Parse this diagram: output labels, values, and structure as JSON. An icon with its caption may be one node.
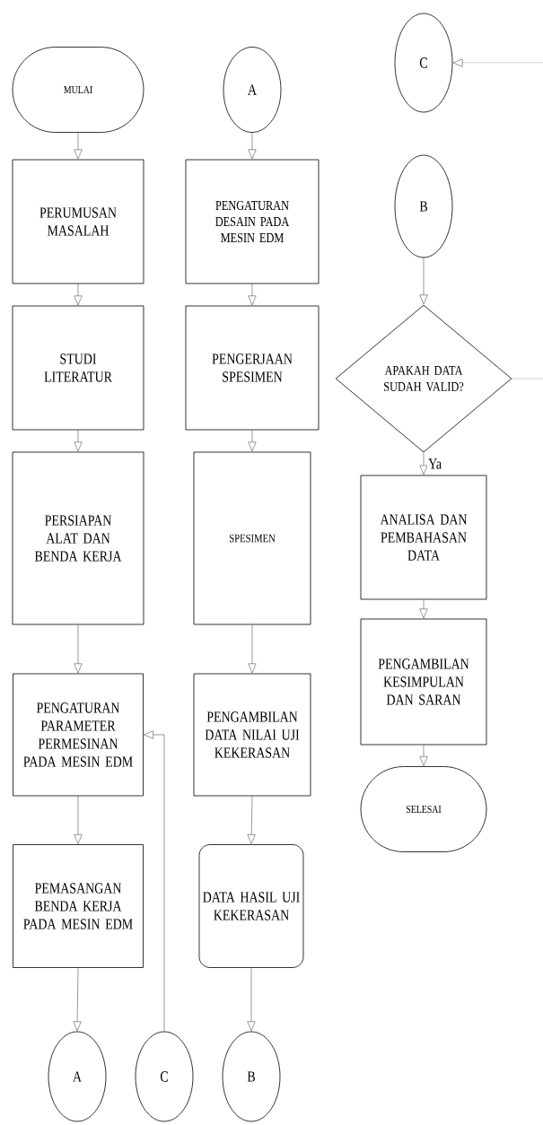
{
  "diagram": {
    "nodes": [
      {
        "text": [
          "MULAI"
        ]
      },
      {
        "text": [
          "PERUMUSAN MASALAH"
        ]
      },
      {
        "text": [
          "STUDI LITERATUR"
        ]
      },
      {
        "text": [
          "PERSIAPAN ALAT DAN BENDA KERJA"
        ]
      },
      {
        "text": [
          "PENGATURAN PARAMETER PERMESINAN PADA MESIN EDM"
        ]
      },
      {
        "text": [
          "PEMASANGAN BENDA KERJA PADA MESIN EDM"
        ]
      },
      {
        "text": [
          "A"
        ]
      },
      {
        "text": [
          "C"
        ]
      },
      {
        "text": [
          "A"
        ]
      },
      {
        "text": [
          "PENGATURAN DESAIN PADA MESIN EDM"
        ]
      },
      {
        "text": [
          "PENGERJAAN SPESIMEN"
        ]
      },
      {
        "text": [
          "SPESIMEN"
        ]
      },
      {
        "text": [
          "PENGAMBILAN DATA NILAI UJI KEKERASAN"
        ]
      },
      {
        "text": [
          "DATA HASIL UJI KEKERASAN"
        ]
      },
      {
        "text": [
          "B"
        ]
      },
      {
        "text": [
          "C"
        ]
      },
      {
        "text": [
          "B"
        ]
      },
      {
        "text": [
          "APAKAH DATA SUDAH VALID?"
        ]
      },
      {
        "text": [
          "ANALISA DAN PEMBAHASAN DATA"
        ]
      },
      {
        "text": [
          "PENGAMBILAN KESIMPULAN DAN SARAN"
        ]
      },
      {
        "text": [
          "SELESAI"
        ]
      }
    ],
    "edges": [
      {
        "from": 0,
        "to": 1,
        "arrow": "to"
      },
      {
        "from": 1,
        "to": 2,
        "arrow": "to"
      },
      {
        "from": 2,
        "to": 3,
        "arrow": "to"
      },
      {
        "from": 3,
        "to": 4,
        "arrow": "to"
      },
      {
        "from": 4,
        "to": 5,
        "arrow": "to"
      },
      {
        "from": 5,
        "to": 6,
        "arrow": "to"
      },
      {
        "from": 7,
        "to": 4,
        "arrow": "to"
      },
      {
        "from": 8,
        "to": 9,
        "arrow": "to"
      },
      {
        "from": 9,
        "to": 10,
        "arrow": "to"
      },
      {
        "from": 10,
        "to": 11,
        "arrow": "to"
      },
      {
        "from": 11,
        "to": 12,
        "arrow": "to"
      },
      {
        "from": 12,
        "to": 13,
        "arrow": "to"
      },
      {
        "from": 13,
        "to": 14,
        "arrow": "to"
      },
      {
        "from": 16,
        "to": 17,
        "arrow": "to"
      },
      {
        "from": 17,
        "to": 18,
        "arrow": "to",
        "label": "Ya"
      },
      {
        "from": 18,
        "to": 19,
        "arrow": "to"
      },
      {
        "from": 19,
        "to": 20,
        "arrow": "to"
      },
      {
        "from": 17,
        "to": null,
        "arrow": "none"
      },
      {
        "from": null,
        "to": 15,
        "arrow": "to"
      }
    ]
  }
}
